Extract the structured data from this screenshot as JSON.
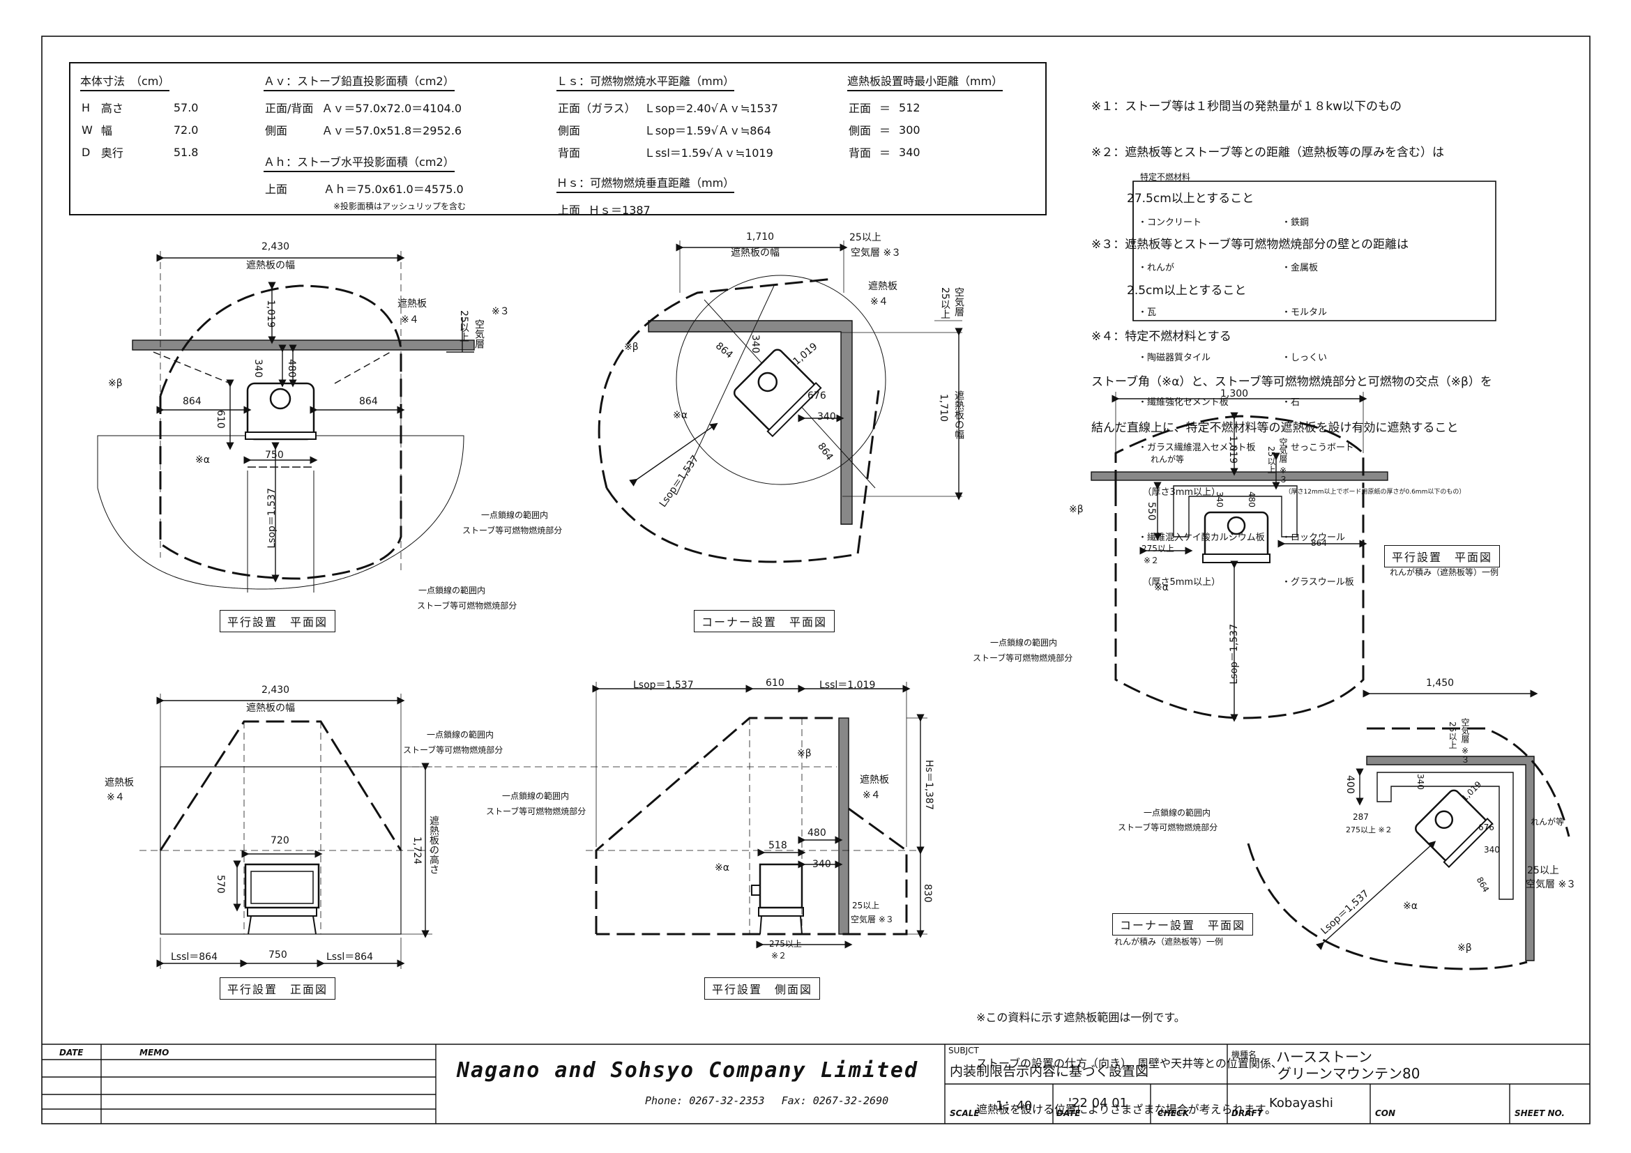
{
  "spec": {
    "dims_title": "本体寸法　（cm）",
    "dims": [
      {
        "code": "H",
        "name": "高さ",
        "value": "57.0"
      },
      {
        "code": "W",
        "name": "幅",
        "value": "72.0"
      },
      {
        "code": "D",
        "name": "奥行",
        "value": "51.8"
      }
    ],
    "av_title": "Ａｖ：ストーブ鉛直投影面積（cm2）",
    "av_rows": [
      {
        "face": "正面/背面",
        "formula": "Ａｖ＝57.0x72.0＝4104.0"
      },
      {
        "face": "側面",
        "formula": "Ａｖ＝57.0x51.8＝2952.6"
      }
    ],
    "ah_title": "Ａｈ：ストーブ水平投影面積（cm2）",
    "ah_rows": [
      {
        "face": "上面",
        "formula": "Ａｈ＝75.0x61.0＝4575.0"
      }
    ],
    "ah_note": "※投影面積はアッシュリップを含む",
    "ls_title": "Ｌｓ：可燃物燃焼水平距離（mm）",
    "ls_rows": [
      {
        "face": "正面（ガラス）",
        "formula": "Ｌsop＝2.40√Ａｖ≒1537"
      },
      {
        "face": "側面",
        "formula": "Ｌsop＝1.59√Ａｖ≒864"
      },
      {
        "face": "背面",
        "formula": "Ｌssl＝1.59√Ａｖ≒1019"
      }
    ],
    "hs_title": "Ｈｓ：可燃物燃焼垂直距離（mm）",
    "hs_rows": [
      {
        "face": "上面",
        "formula": "Ｈｓ＝1387"
      }
    ],
    "min_title": "遮熱板設置時最小距離（mm）",
    "min_rows": [
      {
        "face": "正面",
        "eq": "＝",
        "value": "512"
      },
      {
        "face": "側面",
        "eq": "＝",
        "value": "300"
      },
      {
        "face": "背面",
        "eq": "＝",
        "value": "340"
      }
    ]
  },
  "notes": [
    "※１：ストーブ等は１秒間当の発熱量が１８kw以下のもの",
    "※２：遮熱板等とストーブ等との距離（遮熱板等の厚みを含む）は",
    "　　　27.5cm以上とすること",
    "※３：遮熱板等とストーブ等可燃物燃焼部分の壁との距離は",
    "　　　2.5cm以上とすること",
    "※４：特定不燃材料とする"
  ],
  "materials": {
    "title": "特定不燃材料",
    "left": [
      "・コンクリート",
      "・れんが",
      "・瓦",
      "・陶磁器質タイル",
      "・繊維強化セメント板",
      "・ガラス繊維混入セメント板",
      "　（厚さ3mm以上）",
      "・繊維混入ケイ酸カルシウム板",
      "　（厚さ5mm以上）"
    ],
    "right": [
      "・鉄鋼",
      "・金属板",
      "・モルタル",
      "・しっくい",
      "・石",
      "・せっこうボード",
      "　（厚さ12mm以上でボード用原紙の厚さが0.6mm以下のもの）",
      "・ロックウール",
      "・グラスウール板"
    ]
  },
  "instruction": [
    "ストーブ角（※α）と、ストーブ等可燃物燃焼部分と可燃物の交点（※β）を",
    "結んだ直線上に、特定不燃材料等の遮熱板を設け有効に遮熱すること"
  ],
  "disclaimer": [
    "※この資料に示す遮熱板範囲は一例です。",
    "ストーブの設置の仕方（向き）、周壁や天井等との位置関係、",
    "遮熱板を設ける位置によりさまざまな場合が考えられます。"
  ],
  "labels": {
    "w2430": "2,430",
    "shield_width": "遮熱板の幅",
    "shield_height": "遮熱板の高さ",
    "shield": "遮熱板",
    "note4": "※４",
    "over25": "25以上",
    "air_gap": "空気層",
    "note3": "※３",
    "air_gap3": "空気層 ※３",
    "beta": "※β",
    "alpha": "※α",
    "d1019": "1,019",
    "d340": "340",
    "d480": "480",
    "d864": "864",
    "d610": "610",
    "d750": "750",
    "lsop1537": "Lsop＝1,537",
    "range1": "一点鎖線の範囲内",
    "range2": "ストーブ等可燃物燃焼部分",
    "w1710": "1,710",
    "d676": "676",
    "w1300": "1,300",
    "brick_etc": "れんが等",
    "d550": "550",
    "over275": "275以上",
    "note2": "※２",
    "w1450": "1,450",
    "d400": "400",
    "d287": "287",
    "over275n2": "275以上 ※２",
    "lsop_top": "Lsop＝1,537",
    "d610b": "610",
    "lssl1019": "Lssl＝1,019",
    "d720": "720",
    "d570": "570",
    "h1724": "1,724",
    "lssl864": "Lssl＝864",
    "d518": "518",
    "hs1387": "Hs＝1,387",
    "d830": "830"
  },
  "captions": {
    "parallel_plan": "平行設置　平面図",
    "corner_plan": "コーナー設置　平面図",
    "parallel_front": "平行設置　正面図",
    "parallel_side": "平行設置　側面図",
    "parallel_plan_brick": "平行設置　平面図",
    "corner_plan_brick": "コーナー設置　平面図",
    "brick_example": "れんが積み（遮熱板等）一例"
  },
  "title_block": {
    "date_h": "DATE",
    "memo_h": "MEMO",
    "company": "Nagano and Sohsyo Company Limited",
    "contact": "Phone: 0267-32-2353　 Fax: 0267-32-2690",
    "subject_h": "SUBJCT",
    "subject": "内装制限告示内容に基づく設置図",
    "model_h": "機種名",
    "model1": "ハースストーン",
    "model2": "グリーンマウンテン80",
    "scale_h": "SCALE",
    "scale": "1：40",
    "date2_h": "DATE",
    "date2": "'22 04 01",
    "check_h": "CHECK",
    "draft_h": "DRAFT",
    "draft": "Kobayashi",
    "con_h": "CON",
    "sheet_h": "SHEET NO."
  }
}
